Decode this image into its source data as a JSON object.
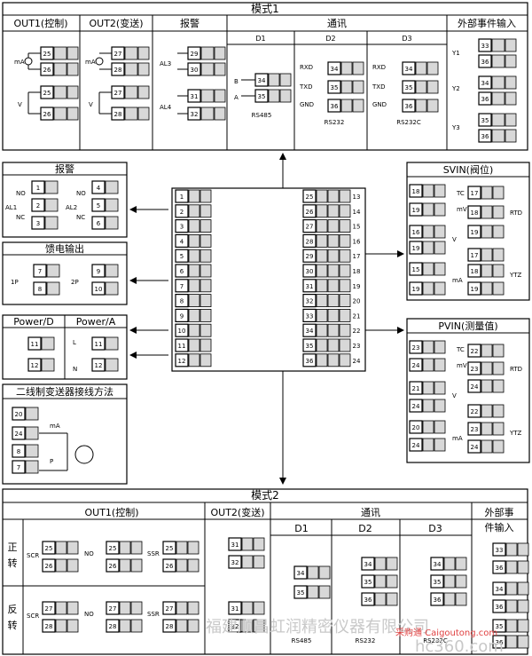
{
  "mode1": {
    "title": "模式1",
    "out1": "OUT1(控制)",
    "out2": "OUT2(变送)",
    "alarm": "报警",
    "comm": "通讯",
    "ext": "外部事件输入",
    "d1": "D1",
    "d2": "D2",
    "d3": "D3",
    "rs485": "RS485",
    "rs232a": "RS232",
    "rs232c": "RS232C",
    "al3": "AL3",
    "al4": "AL4",
    "b": "B",
    "a": "A",
    "rxd": "RXD",
    "txd": "TXD",
    "gnd": "GND",
    "y1": "Y1",
    "y2": "Y2",
    "y3": "Y3",
    "ma": "mA",
    "v": "V"
  },
  "left": {
    "alarm_title": "报警",
    "al1": "AL1",
    "al2": "AL2",
    "no": "NO",
    "nc": "NC",
    "feedback_title": "馈电输出",
    "p1": "1P",
    "p2": "2P",
    "power_d": "Power/D",
    "power_a": "Power/A",
    "l": "L",
    "n": "N",
    "twowire_title": "二线制变送器接线方法",
    "p": "P"
  },
  "right": {
    "svin_title": "SVIN(阀位)",
    "pvin_title": "PVIN(测量值)",
    "tc": "TC",
    "mv": "mV",
    "rtd": "RTD",
    "ytz": "YTZ",
    "v": "V",
    "ma": "mA"
  },
  "center": {
    "left_nums": [
      "1",
      "2",
      "3",
      "4",
      "5",
      "6",
      "7",
      "8",
      "9",
      "10",
      "11",
      "12"
    ],
    "right_nums_outer": [
      "13",
      "14",
      "15",
      "16",
      "17",
      "18",
      "19",
      "20",
      "21",
      "22",
      "23",
      "24"
    ],
    "right_nums_inner": [
      "25",
      "26",
      "27",
      "28",
      "29",
      "30",
      "31",
      "32",
      "33",
      "34",
      "35",
      "36"
    ]
  },
  "mode2": {
    "title": "模式2",
    "out1": "OUT1(控制)",
    "out2": "OUT2(变送)",
    "comm": "通讯",
    "ext1": "外部事",
    "ext2": "件输入",
    "fwd1": "正",
    "fwd2": "转",
    "rev1": "反",
    "rev2": "转",
    "scr": "SCR",
    "ssr": "SSR",
    "no": "NO",
    "d1": "D1",
    "d2": "D2",
    "d3": "D3",
    "rs485": "RS485",
    "rs232": "RS232",
    "rs232c": "RS232C"
  },
  "watermark": {
    "company": "福建顺昌虹润精密仪器有限公司",
    "site": "hc360.com",
    "tag": "采购通 Caigoutong.com"
  }
}
